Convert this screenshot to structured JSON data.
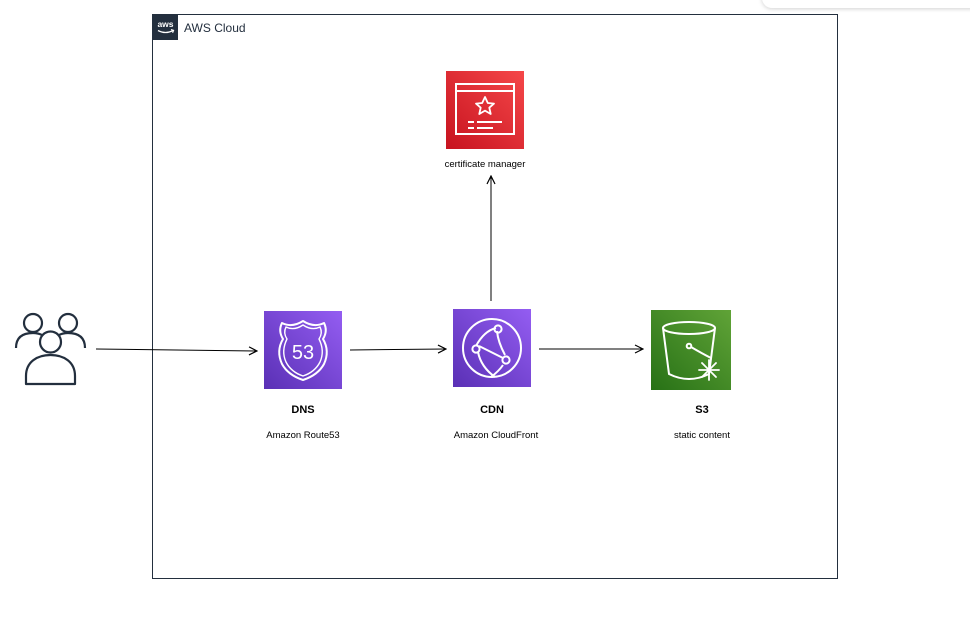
{
  "group": {
    "label": "AWS Cloud",
    "logo_icon": "aws-logo-icon",
    "border_color": "#232f3e"
  },
  "nodes": {
    "users": {
      "icon": "users-icon",
      "color": "#232f3e"
    },
    "certificate_manager": {
      "label": "certificate manager",
      "icon": "certificate-manager-icon",
      "color_top": "#f54749",
      "color_bottom": "#c7131f"
    },
    "route53": {
      "title": "DNS",
      "subtitle": "Amazon Route53",
      "shield_text": "53",
      "icon": "route53-icon",
      "color_top": "#945df2",
      "color_bottom": "#5a30b5"
    },
    "cloudfront": {
      "title": "CDN",
      "subtitle": "Amazon CloudFront",
      "icon": "cloudfront-icon",
      "color_top": "#945df2",
      "color_bottom": "#5a30b5"
    },
    "s3": {
      "title": "S3",
      "subtitle": "static content",
      "icon": "s3-bucket-icon",
      "color_top": "#60a337",
      "color_bottom": "#277116"
    }
  },
  "edges": [
    {
      "from": "users",
      "to": "route53"
    },
    {
      "from": "route53",
      "to": "cloudfront"
    },
    {
      "from": "cloudfront",
      "to": "s3"
    },
    {
      "from": "cloudfront",
      "to": "certificate_manager"
    }
  ]
}
